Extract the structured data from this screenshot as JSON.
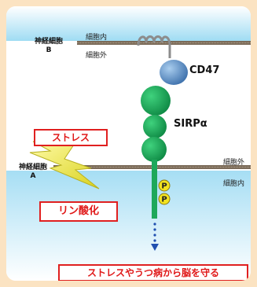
{
  "neuron_b": {
    "name": "神経細胞",
    "letter": "B"
  },
  "neuron_a": {
    "name": "神経細胞",
    "letter": "A"
  },
  "top_membrane": {
    "inside": "細胞内",
    "outside": "細胞外"
  },
  "bottom_membrane": {
    "outside": "細胞外",
    "inside": "細胞内"
  },
  "molecules": {
    "cd47": "CD47",
    "sirpa": "SIRPα",
    "phospho": "P"
  },
  "boxes": {
    "stress": "ストレス",
    "phosphorylation": "リン酸化",
    "conclusion": "ストレスやうつ病から脳を守る"
  },
  "colors": {
    "background": "#fbe3c2",
    "cell_fluid": "#bfe8f7",
    "membrane": "#7a6a58",
    "cd47": "#5b8fc4",
    "sirpa": "#1ea85a",
    "phospho": "#f3e320",
    "accent_red": "#e01818",
    "arrow_blue": "#1f4fb0",
    "lightning": "#e6e02a"
  }
}
